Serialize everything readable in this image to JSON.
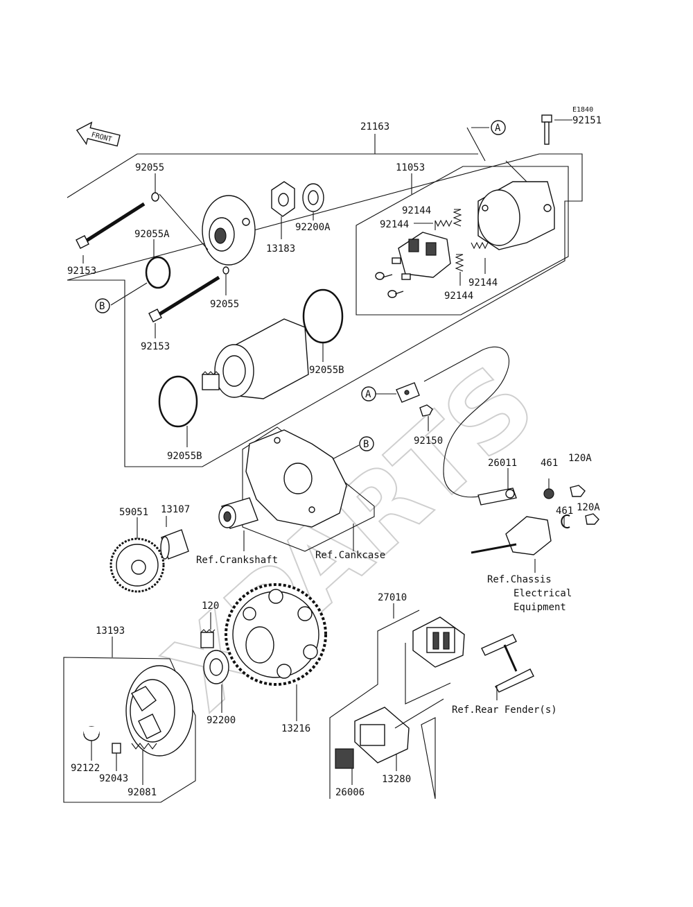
{
  "diagram_code": "E1840",
  "front_label": "FRONT",
  "watermark": "XPARTS",
  "callouts": {
    "A": "A",
    "B": "B"
  },
  "parts": {
    "p21163": "21163",
    "p92151": "92151",
    "p92055_top": "92055",
    "p11053": "11053",
    "p92055A": "92055A",
    "p13183": "13183",
    "p92200A": "92200A",
    "p92144_a": "92144",
    "p92144_b": "92144",
    "p92144_c": "92144",
    "p92144_d": "92144",
    "p92153_a": "92153",
    "p92153_b": "92153",
    "p92055_mid": "92055",
    "p92055B_a": "92055B",
    "p92055B_b": "92055B",
    "p92150": "92150",
    "p26011": "26011",
    "p461_a": "461",
    "p461_b": "461",
    "p120A_a": "120A",
    "p120A_b": "120A",
    "p59051": "59051",
    "p13107": "13107",
    "p120": "120",
    "p13193": "13193",
    "p27010": "27010",
    "p92200": "92200",
    "p13216": "13216",
    "p92122": "92122",
    "p92043": "92043",
    "p92081": "92081",
    "p13280": "13280",
    "p26006": "26006"
  },
  "refs": {
    "crankshaft": "Ref.Crankshaft",
    "crankcase": "Ref.Cankcase",
    "chassis_1": "Ref.Chassis",
    "chassis_2": "Electrical",
    "chassis_3": "Equipment",
    "rear_fender": "Ref.Rear Fender(s)"
  }
}
